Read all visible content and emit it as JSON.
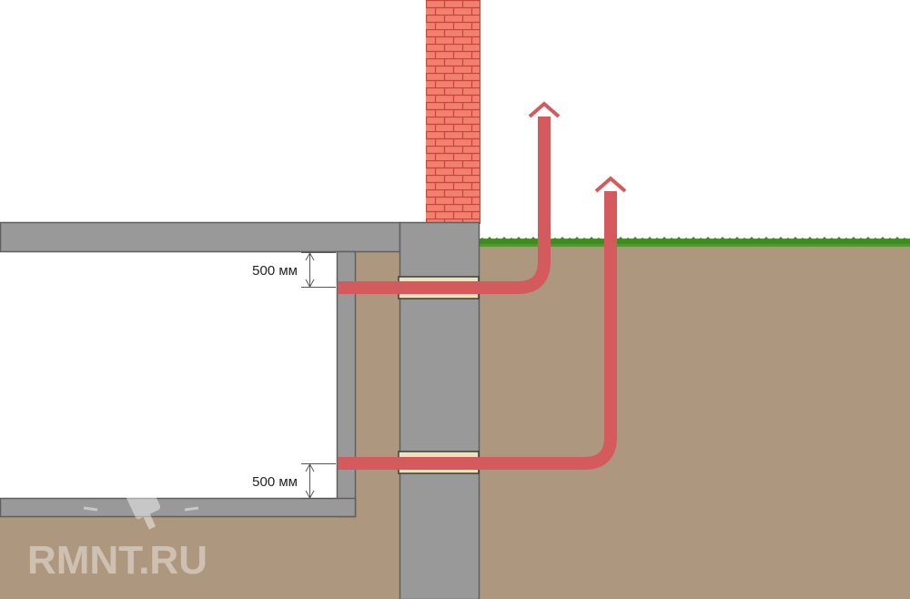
{
  "diagram": {
    "dimensions": {
      "upper": "500 мм",
      "lower": "500 мм"
    },
    "watermark": {
      "text": "RMNT.RU"
    },
    "colors": {
      "brick": "#f08070",
      "mortar": "#c4453a",
      "concrete": "#999999",
      "concrete_edge": "#5f5f5f",
      "soil": "#ad987f",
      "grass": "#4f9a2c",
      "pipe": "#d45a5e",
      "sleeve": "#f1e2ba"
    }
  }
}
